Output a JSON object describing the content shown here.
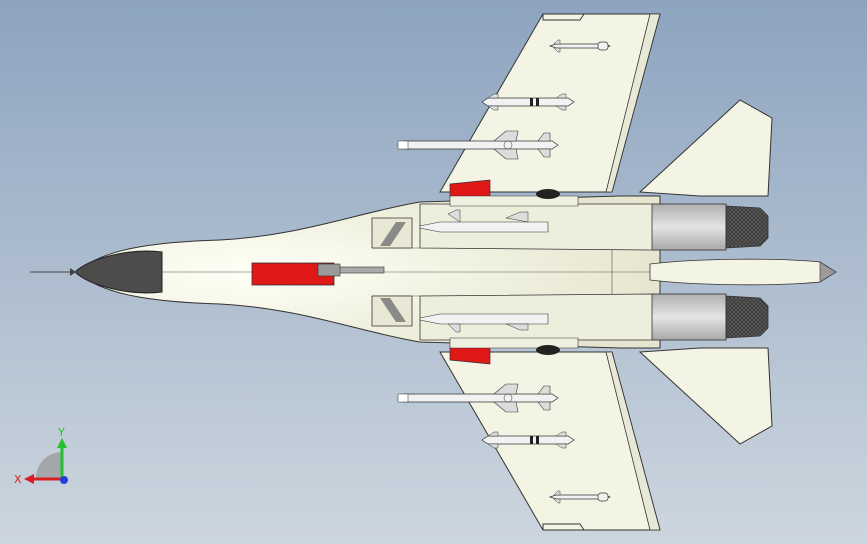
{
  "viewport": {
    "name": "cad-3d-viewport",
    "background_top": "#8da4bf",
    "background_bottom": "#cdd6df",
    "model": "twin-engine-fighter-jet-top-view"
  },
  "triad": {
    "y_label": "Y",
    "x_label": "X",
    "y_color": "#22c02a",
    "x_color": "#d81f1f",
    "z_color": "#1f3fd8"
  },
  "colors": {
    "body": "#f4f4e4",
    "outline": "#333333",
    "nose": "#4c4c4c",
    "nacelle": "#c4c4c4",
    "nozzle": "#6a6a6a",
    "red": "#e01818",
    "missile": "#f2f2f2"
  }
}
